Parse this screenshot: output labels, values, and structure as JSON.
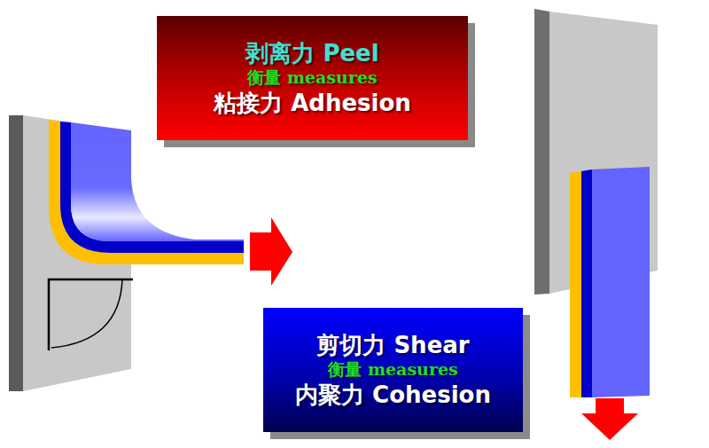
{
  "diagram": {
    "nodes": [
      {
        "text": [
          "剥离力 Peel",
          "衡量 measures",
          "粘接力 Adhesion"
        ]
      },
      {
        "text": [
          "剪切力 Shear",
          "衡量 measures",
          "内聚力 Cohesion"
        ]
      }
    ]
  }
}
